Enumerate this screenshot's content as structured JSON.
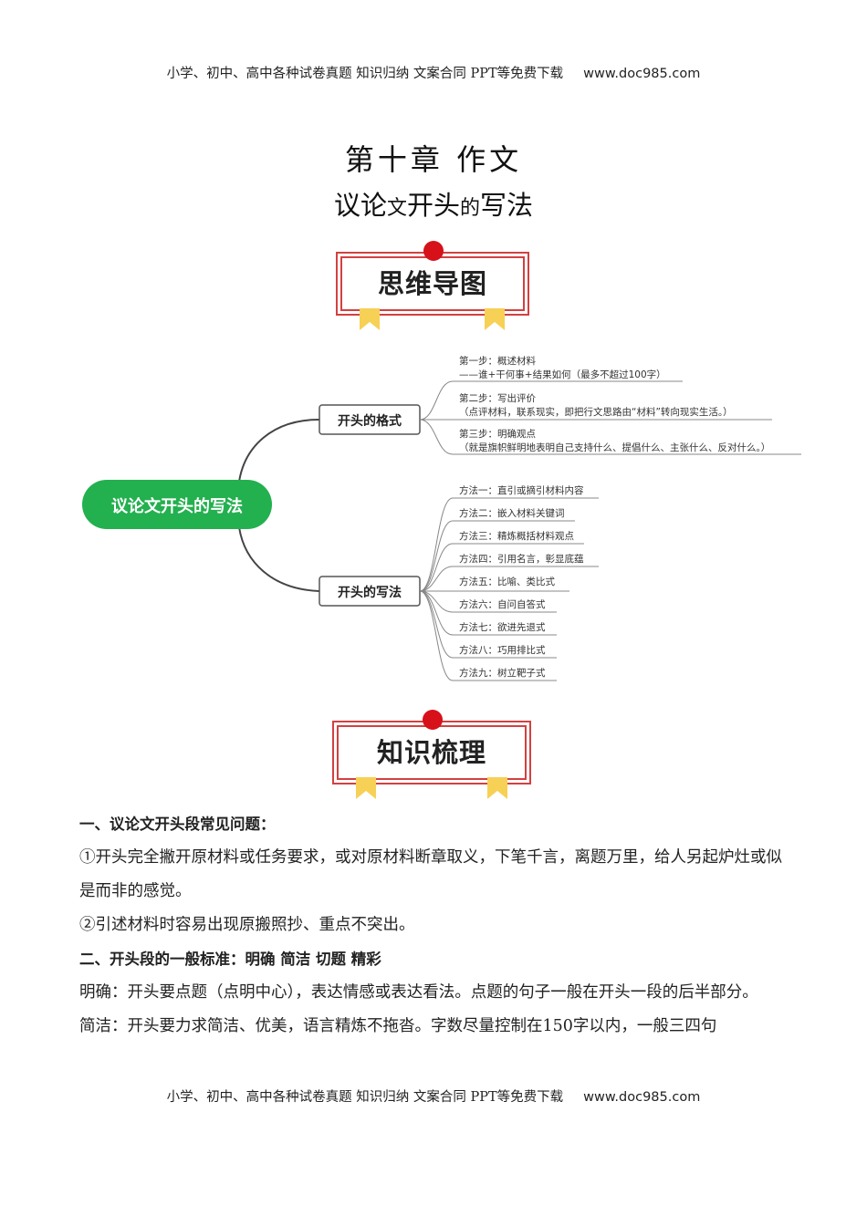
{
  "header": {
    "text": "小学、初中、高中各种试卷真题  知识归纳  文案合同  PPT等免费下载",
    "site": "www.doc985.com"
  },
  "footer": {
    "text": "小学、初中、高中各种试卷真题  知识归纳  文案合同  PPT等免费下载",
    "site": "www.doc985.com"
  },
  "title": {
    "chapter": "第十章 作文",
    "part1": "议论",
    "part2": "文",
    "part3": "开头",
    "part4": "的",
    "part5": "写法"
  },
  "banner_mindmap": "思维导图",
  "banner_knowledge": "知识梳理",
  "mindmap": {
    "root": "议论文开头的写法",
    "branch1": {
      "label": "开头的格式",
      "items": [
        {
          "line1": "第一步：概述材料",
          "line2": "——谁+干何事+结果如何（最多不超过100字）"
        },
        {
          "line1": "第二步：写出评价",
          "line2": "（点评材料，联系现实，即把行文思路由“材料”转向现实生活。）"
        },
        {
          "line1": "第三步：明确观点",
          "line2": "（就是旗帜鲜明地表明自己支持什么、提倡什么、主张什么、反对什么。）"
        }
      ]
    },
    "branch2": {
      "label": "开头的写法",
      "items": [
        "方法一：直引或摘引材料内容",
        "方法二：嵌入材料关键词",
        "方法三：精炼概括材料观点",
        "方法四：引用名言，彰显底蕴",
        "方法五：比喻、类比式",
        "方法六：自问自答式",
        "方法七：欲进先退式",
        "方法八：巧用排比式",
        "方法九：树立靶子式"
      ]
    }
  },
  "content": {
    "s1_title": "一、议论文开头段常见问题：",
    "s1_p1": "①开头完全撇开原材料或任务要求，或对原材料断章取义，下笔千言，离题万里，给人另起炉灶或似是而非的感觉。",
    "s1_p2": "②引述材料时容易出现原搬照抄、重点不突出。",
    "s2_title": "二、开头段的一般标准：明确  简洁  切题  精彩",
    "s2_p1": "明确：开头要点题（点明中心），表达情感或表达看法。点题的句子一般在开头一段的后半部分。",
    "s2_p2": "简洁：开头要力求简洁、优美，语言精炼不拖沓。字数尽量控制在150字以内，一般三四句"
  }
}
